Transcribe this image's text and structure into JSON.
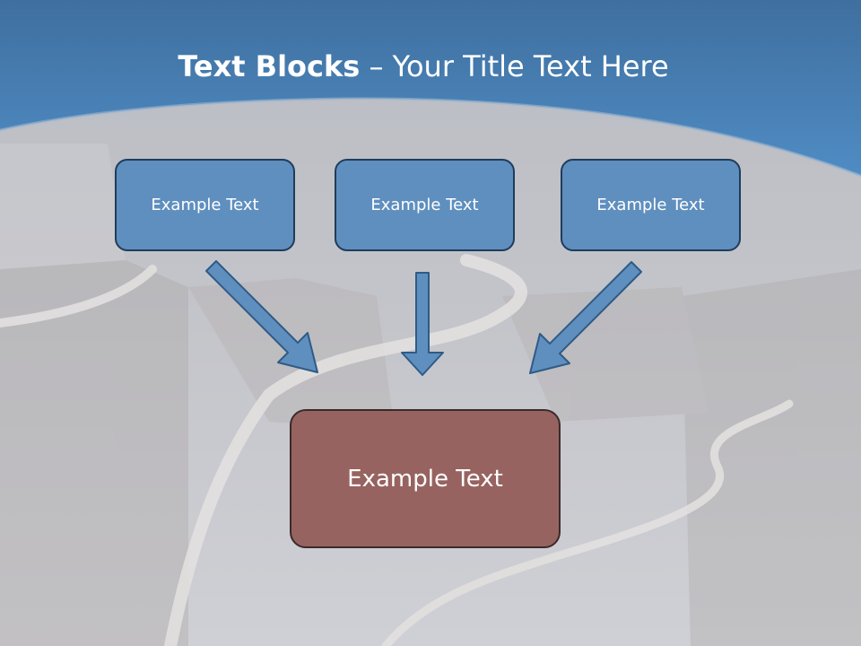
{
  "slide": {
    "title_bold": "Text Blocks",
    "title_rest": " – Your Title Text Here",
    "boxes": [
      {
        "label": "Example Text"
      },
      {
        "label": "Example Text"
      },
      {
        "label": "Example Text"
      }
    ],
    "main_box": {
      "label": "Example Text"
    },
    "colors": {
      "header_blue": "#4a84bd",
      "box_blue": "#5f8fbe",
      "main_box_red": "#976360",
      "arrow_blue": "#5f8fbe"
    }
  }
}
